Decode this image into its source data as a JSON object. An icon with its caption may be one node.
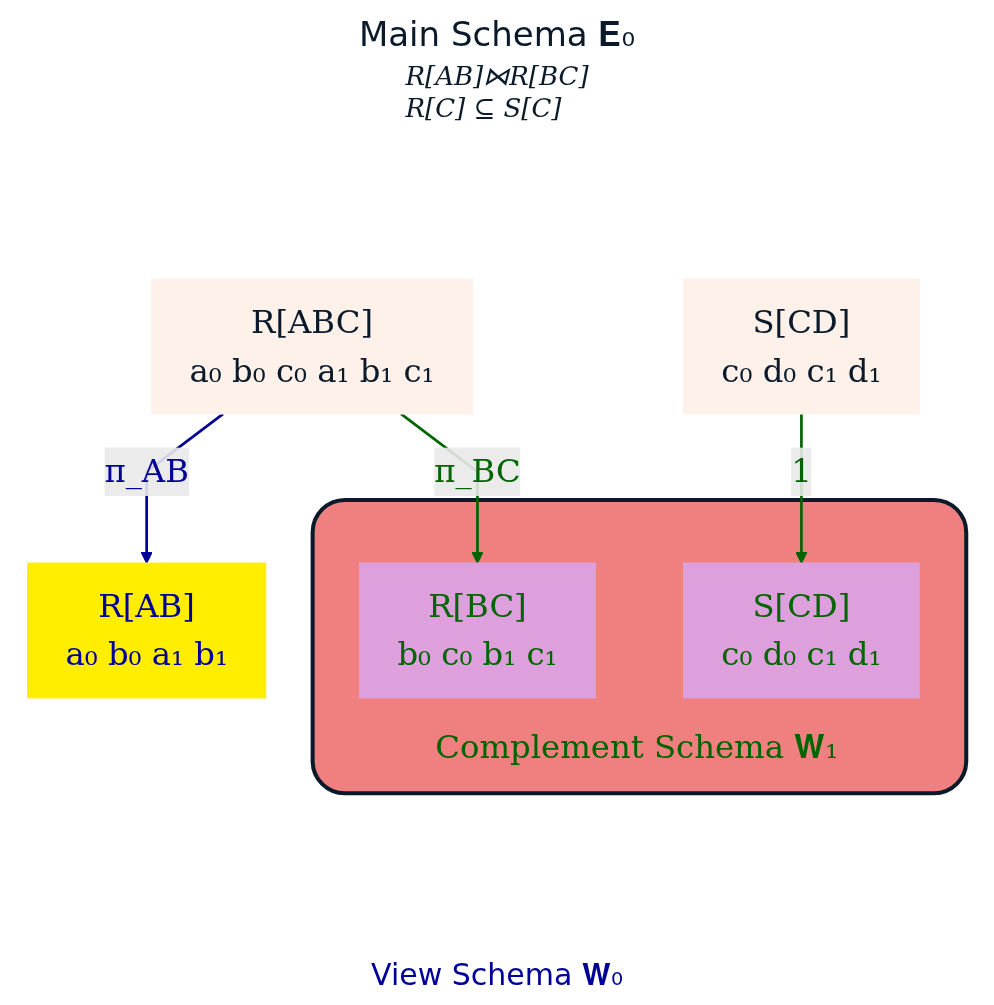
{
  "diagram": {
    "title": "Main Schema 𝐄₀",
    "nodes": [
      {
        "text": [
          "R[ABC]",
          "a₀ b₀ c₀ a₁ b₁ c₁"
        ]
      },
      {
        "text": [
          "S[CD]",
          "c₀ d₀ c₁ d₁"
        ]
      },
      {
        "text": [
          "R[AB]",
          "a₀ b₀ a₁ b₁"
        ]
      },
      {
        "text": [
          "Complement Schema 𝐖₁"
        ]
      },
      {
        "text": [
          "R[BC]",
          "b₀ c₀ b₁ c₁"
        ],
        "in": 3
      },
      {
        "text": [
          "S[CD]",
          "c₀ d₀ c₁ d₁"
        ],
        "in": 3
      }
    ],
    "edges": [
      {
        "from": 0,
        "to": 2,
        "arrow": "to",
        "label": "π_AB",
        "color": "#000099"
      },
      {
        "from": 0,
        "to": 4,
        "arrow": "to",
        "label": "π_BC",
        "color": "#006400"
      },
      {
        "from": 1,
        "to": 5,
        "arrow": "to",
        "label": "1",
        "color": "#006400"
      }
    ],
    "labels": [
      "R[AB]⋈R[BC]",
      "R[C] ⊆ S[C]",
      "View Schema 𝐖₀"
    ]
  }
}
